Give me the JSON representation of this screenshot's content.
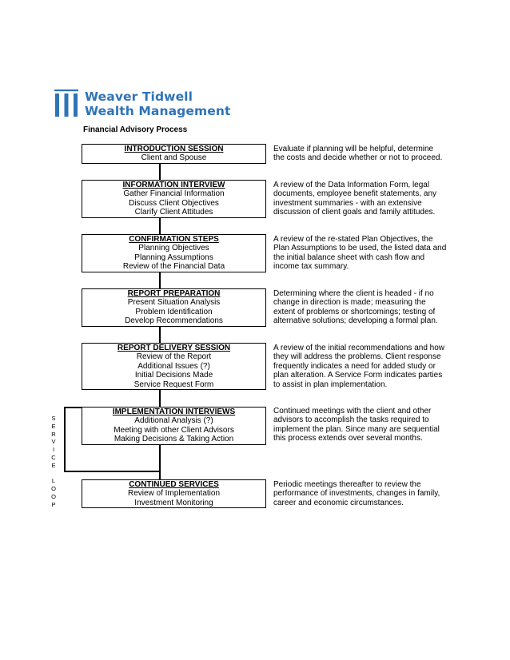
{
  "logo": {
    "line1": "Weaver Tidwell",
    "line2": "Wealth Management",
    "color": "#2f73b8"
  },
  "title": "Financial Advisory Process",
  "steps": [
    {
      "title": "INTRODUCTION SESSION",
      "lines": [
        "Client and Spouse"
      ],
      "description": [
        "Evaluate if planning will be helpful, determine",
        "the costs and decide whether or not to proceed."
      ]
    },
    {
      "title": "INFORMATION INTERVIEW",
      "lines": [
        "Gather Financial Information",
        "Discuss Client Objectives",
        "Clarify Client Attitudes"
      ],
      "description": [
        "A review of the Data Information Form, legal",
        "documents, employee benefit statements, any",
        "investment summaries - with an extensive",
        "discussion of client goals and family attitudes."
      ]
    },
    {
      "title": "CONFIRMATION STEPS",
      "lines": [
        "Planning Objectives",
        "Planning Assumptions",
        "Review of the Financial Data"
      ],
      "description": [
        "A review of the re-stated Plan Objectives, the",
        "Plan Assumptions to be used, the listed data and",
        "the initial balance sheet with cash flow and",
        "income tax summary."
      ]
    },
    {
      "title": "REPORT PREPARATION",
      "lines": [
        "Present Situation Analysis",
        "Problem Identification",
        "Develop Recommendations"
      ],
      "description": [
        "Determining where the client is headed - if no",
        "change in direction is made; measuring the",
        "extent of problems or shortcomings; testing of",
        "alternative solutions; developing a formal plan."
      ]
    },
    {
      "title": "REPORT DELIVERY SESSION",
      "lines": [
        "Review of the Report",
        "Additional Issues (?)",
        "Initial Decisions Made",
        "Service Request Form"
      ],
      "description": [
        "A review of the initial recommendations and how",
        "they will address the problems.  Client response",
        "frequently indicates a need for added study or",
        "plan alteration.  A Service Form indicates parties",
        "to assist in plan implementation."
      ]
    },
    {
      "title": "IMPLEMENTATION INTERVIEWS",
      "lines": [
        "Additional Analysis (?)",
        "Meeting with other Client Advisors",
        "Making Decisions & Taking Action"
      ],
      "description": [
        "Continued meetings with the client and other",
        "advisors to accomplish the tasks required to",
        "implement the plan.  Since many are sequential",
        "this process extends over several months."
      ]
    },
    {
      "title": "CONTINUED SERVICES",
      "lines": [
        "Review of Implementation",
        "Investment Monitoring"
      ],
      "description": [
        "Periodic meetings thereafter to review the",
        "performance of investments, changes in family,",
        "career and economic circumstances."
      ]
    }
  ],
  "service_loop_label": [
    "S",
    "E",
    "R",
    "V",
    "I",
    "C",
    "E",
    "",
    "L",
    "O",
    "O",
    "P"
  ]
}
